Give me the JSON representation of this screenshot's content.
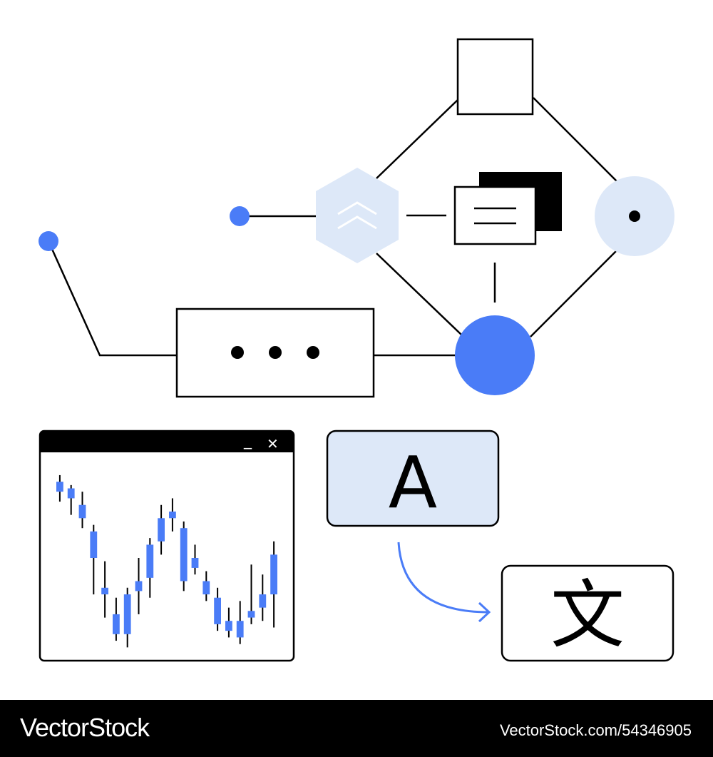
{
  "translation": {
    "source_glyph": "A",
    "target_glyph": "文"
  },
  "window": {
    "minimize_glyph": "_",
    "close_glyph": "✕"
  },
  "icons": {
    "hexagon": "chevrons-up-icon",
    "cards": "stacked-cards-icon",
    "dots": "ellipsis-icon",
    "arrow": "curved-arrow-icon"
  },
  "colors": {
    "accent": "#4a7cf7",
    "light_accent": "#dde8f8",
    "ink": "#000000"
  },
  "chart_data": {
    "type": "candlestick",
    "candles": [
      {
        "open": 5,
        "close": 8,
        "high": 10,
        "low": 2
      },
      {
        "open": 6,
        "close": 3,
        "high": 7,
        "low": -2
      },
      {
        "open": 1,
        "close": -3,
        "high": 5,
        "low": -6
      },
      {
        "open": -7,
        "close": -15,
        "high": -5,
        "low": -26
      },
      {
        "open": -24,
        "close": -26,
        "high": -16,
        "low": -33
      },
      {
        "open": -32,
        "close": -38,
        "high": -27,
        "low": -40
      },
      {
        "open": -38,
        "close": -26,
        "high": -24,
        "low": -42
      },
      {
        "open": -25,
        "close": -22,
        "high": -15,
        "low": -32
      },
      {
        "open": -21,
        "close": -11,
        "high": -9,
        "low": -27
      },
      {
        "open": -10,
        "close": -3,
        "high": 1,
        "low": -14
      },
      {
        "open": -1,
        "close": -3,
        "high": 3,
        "low": -7
      },
      {
        "open": -6,
        "close": -22,
        "high": -4,
        "low": -25
      },
      {
        "open": -15,
        "close": -18,
        "high": -11,
        "low": -20
      },
      {
        "open": -22,
        "close": -26,
        "high": -19,
        "low": -28
      },
      {
        "open": -27,
        "close": -35,
        "high": -24,
        "low": -37
      },
      {
        "open": -34,
        "close": -37,
        "high": -30,
        "low": -39
      },
      {
        "open": -34,
        "close": -39,
        "high": -28,
        "low": -41
      },
      {
        "open": -33,
        "close": -31,
        "high": -17,
        "low": -35
      },
      {
        "open": -30,
        "close": -26,
        "high": -20,
        "low": -34
      },
      {
        "open": -26,
        "close": -14,
        "high": -10,
        "low": -36
      }
    ],
    "ylim": [
      -43,
      13
    ]
  }
}
